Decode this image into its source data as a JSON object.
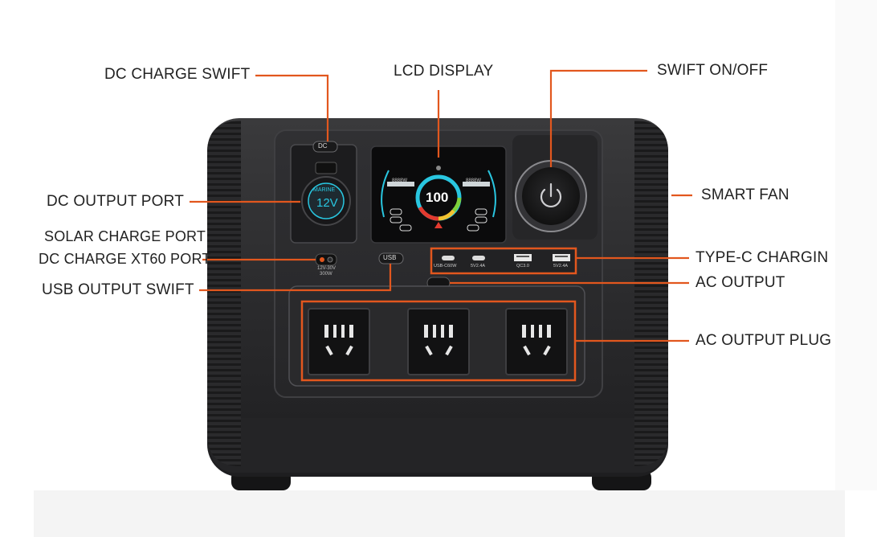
{
  "labels": {
    "dc_charge_swift": "DC CHARGE SWIFT",
    "lcd_display": "LCD DISPLAY",
    "swift_on_off": "SWIFT ON/OFF",
    "dc_output_port": "DC OUTPUT PORT",
    "smart_fan": "SMART FAN",
    "solar_charge_port": "SOLAR CHARGE PORT",
    "dc_charge_xt60_port": "DC CHARGE XT60 PORT",
    "type_c_chargin": "TYPE-C CHARGIN",
    "usb_output_swift": "USB OUTPUT SWIFT",
    "ac_output": "AC OUTPUT",
    "ac_output_plug": "AC OUTPUT PLUG"
  },
  "device": {
    "dc_button_text": "DC",
    "usb_button_text": "USB",
    "marine_text": "MARINE",
    "socket_voltage": "12V",
    "xt60_text_1": "12V-30V",
    "xt60_text_2": "300W",
    "lcd_percent": "100",
    "lcd_left_value": "8888W",
    "lcd_right_value": "8888W",
    "port_labels": [
      "USB-C60W",
      "5V2.4A",
      "QC3.0",
      "5V2.4A"
    ]
  },
  "colors": {
    "accent_orange": "#e2571e",
    "device_body": "#2c2c2e",
    "lcd_cyan": "#29c6e0"
  }
}
